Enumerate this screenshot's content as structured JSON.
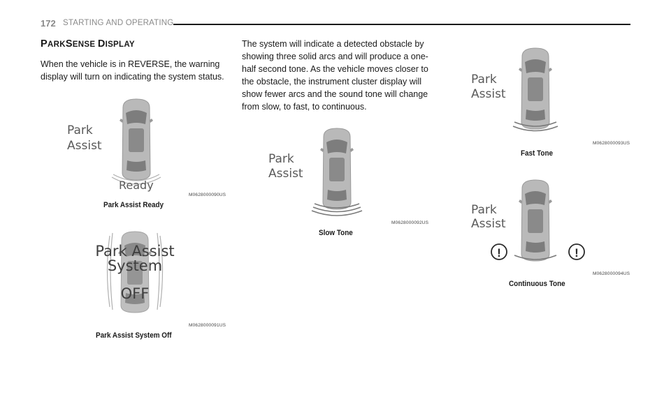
{
  "header": {
    "page_number": "172",
    "section": "STARTING AND OPERATING"
  },
  "heading": {
    "first_a": "P",
    "first_b": "ARK",
    "second_a": "S",
    "second_b": "ENSE ",
    "third_a": "D",
    "third_b": "ISPLAY"
  },
  "paragraph1": "When the vehicle is in REVERSE, the warning display will turn on indicating the system status.",
  "paragraph2": "The system will indicate a detected obstacle by showing three solid arcs and will produce a one-half second tone. As the vehicle moves closer to the obstacle, the instrument cluster display will show fewer arcs and the sound tone will change from slow, to fast, to continuous.",
  "figures": [
    {
      "label_line1": "Park",
      "label_line2": "Assist",
      "status": "Ready",
      "code": "M0628000090US",
      "caption": "Park Assist Ready"
    },
    {
      "label_line1": "Park Assist",
      "label_line2": "System",
      "status": "OFF",
      "code": "M0628000091US",
      "caption": "Park Assist System Off"
    },
    {
      "label_line1": "Park",
      "label_line2": "Assist",
      "code": "M0628000092US",
      "caption": "Slow Tone"
    },
    {
      "label_line1": "Park",
      "label_line2": "Assist",
      "code": "M0628000093US",
      "caption": "Fast Tone"
    },
    {
      "label_line1": "Park",
      "label_line2": "Assist",
      "warning_glyph": "!",
      "code": "M0628000094US",
      "caption": "Continuous Tone"
    }
  ],
  "colors": {
    "car_body": "#b9b9b9",
    "car_glass": "#7d7d7d",
    "arc": "#8f8f8f",
    "label_text": "#5a5a5a"
  }
}
